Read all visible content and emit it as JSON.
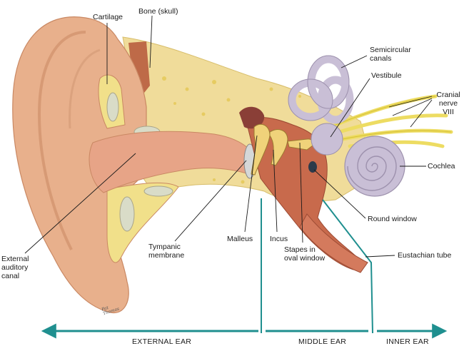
{
  "labels": {
    "cartilage": "Cartilage",
    "bone_skull": "Bone (skull)",
    "semicircular_canals": "Semicircular\ncanals",
    "vestibule": "Vestibule",
    "cranial_nerve": "Cranial\nnerve VIII",
    "cochlea": "Cochlea",
    "round_window": "Round window",
    "eustachian_tube": "Eustachian tube",
    "stapes": "Stapes in\noval window",
    "incus": "Incus",
    "malleus": "Malleus",
    "tympanic_membrane": "Tympanic\nmembrane",
    "external_auditory_canal": "External\nauditory\ncanal"
  },
  "sections": {
    "external": "EXTERNAL EAR",
    "middle": "MIDDLE EAR",
    "inner": "INNER EAR"
  },
  "signature": "Pat\nThomas",
  "colors": {
    "skin": "#e8b08c",
    "skin_dark": "#c98863",
    "canal": "#e7a487",
    "cartilage": "#d9dcc8",
    "bone": "#f0dc9a",
    "marrow": "#e2c44a",
    "middle_ear": "#c86a4c",
    "inner_ear": "#c9bfd6",
    "nerve": "#eddc62",
    "divider": "#1f8f8f"
  }
}
